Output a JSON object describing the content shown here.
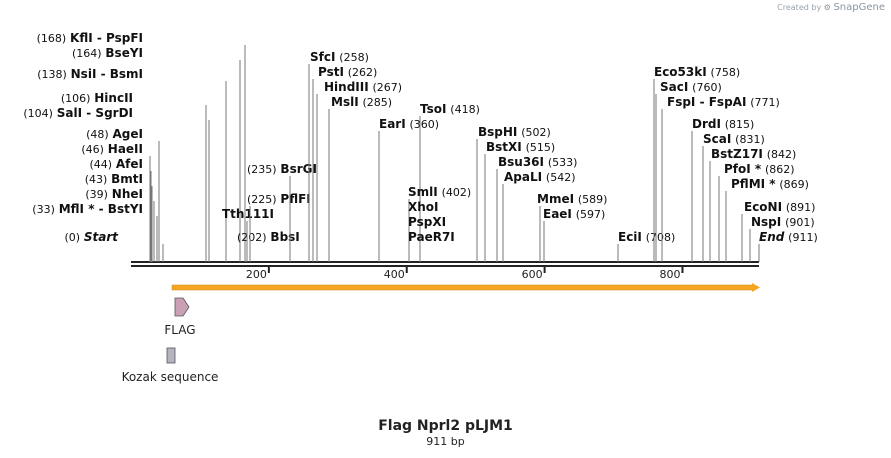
{
  "credit": {
    "prefix": "Created by",
    "brand": "SnapGene",
    "icon": "snapgene-logo-icon"
  },
  "title": "Flag Nprl2 pLJM1",
  "length_label": "911 bp",
  "scale_ticks": [
    {
      "pos": 200,
      "label": "200"
    },
    {
      "pos": 400,
      "label": "400"
    },
    {
      "pos": 600,
      "label": "600"
    },
    {
      "pos": 800,
      "label": "800"
    }
  ],
  "left_sites": [
    {
      "name": "Start",
      "pos": 0,
      "pos_label": "(0)",
      "italic": true
    },
    {
      "name": "MflI * - BstYI",
      "pos": 33,
      "pos_label": "(33)"
    },
    {
      "name": "NheI",
      "pos": 39,
      "pos_label": "(39)"
    },
    {
      "name": "BmtI",
      "pos": 43,
      "pos_label": "(43)"
    },
    {
      "name": "AfeI",
      "pos": 44,
      "pos_label": "(44)"
    },
    {
      "name": "HaeII",
      "pos": 46,
      "pos_label": "(46)"
    },
    {
      "name": "AgeI",
      "pos": 48,
      "pos_label": "(48)"
    },
    {
      "name": "SalI  - SgrDI",
      "pos": 104,
      "pos_label": "(104)"
    },
    {
      "name": "HincII",
      "pos": 106,
      "pos_label": "(106)"
    },
    {
      "name": "NsiI  - BsmI",
      "pos": 138,
      "pos_label": "(138)"
    },
    {
      "name": "BseYI",
      "pos": 164,
      "pos_label": "(164)"
    },
    {
      "name": "KflI  - PspFI",
      "pos": 168,
      "pos_label": "(168)"
    }
  ],
  "mid_sites": [
    {
      "name": "BbsI",
      "pos": 202,
      "pos_label": "(202)"
    },
    {
      "name": "Tth111I",
      "pos": 225,
      "pos_label": ""
    },
    {
      "name": "PflFI",
      "pos": 225,
      "pos_label": "(225)"
    },
    {
      "name": "BsrGI",
      "pos": 235,
      "pos_label": "(235)"
    },
    {
      "name": "SfcI",
      "pos": 258,
      "pos_label": "(258)"
    },
    {
      "name": "PstI",
      "pos": 262,
      "pos_label": "(262)"
    },
    {
      "name": "HindIII",
      "pos": 267,
      "pos_label": "(267)"
    },
    {
      "name": "MslI",
      "pos": 285,
      "pos_label": "(285)"
    },
    {
      "name": "EarI",
      "pos": 360,
      "pos_label": "(360)"
    },
    {
      "name": "TsoI",
      "pos": 418,
      "pos_label": "(418)"
    },
    {
      "name": "SmlI",
      "pos": 402,
      "pos_label": "(402)"
    },
    {
      "name": "XhoI",
      "pos": 402,
      "pos_label": ""
    },
    {
      "name": "PspXI",
      "pos": 402,
      "pos_label": ""
    },
    {
      "name": "PaeR7I",
      "pos": 402,
      "pos_label": ""
    },
    {
      "name": "BspHI",
      "pos": 502,
      "pos_label": "(502)"
    },
    {
      "name": "BstXI",
      "pos": 515,
      "pos_label": "(515)"
    },
    {
      "name": "Bsu36I",
      "pos": 533,
      "pos_label": "(533)"
    },
    {
      "name": "ApaLI",
      "pos": 542,
      "pos_label": "(542)"
    },
    {
      "name": "MmeI",
      "pos": 589,
      "pos_label": "(589)"
    },
    {
      "name": "EaeI",
      "pos": 597,
      "pos_label": "(597)"
    }
  ],
  "right_sites": [
    {
      "name": "EciI",
      "pos": 708,
      "pos_label": "(708)"
    },
    {
      "name": "Eco53kI",
      "pos": 758,
      "pos_label": "(758)"
    },
    {
      "name": "SacI",
      "pos": 760,
      "pos_label": "(760)"
    },
    {
      "name": "FspI  - FspAI",
      "pos": 771,
      "pos_label": "(771)"
    },
    {
      "name": "DrdI",
      "pos": 815,
      "pos_label": "(815)"
    },
    {
      "name": "ScaI",
      "pos": 831,
      "pos_label": "(831)"
    },
    {
      "name": "BstZ17I",
      "pos": 842,
      "pos_label": "(842)"
    },
    {
      "name": "PfoI *",
      "pos": 862,
      "pos_label": "(862)"
    },
    {
      "name": "PflMI *",
      "pos": 869,
      "pos_label": "(869)"
    },
    {
      "name": "EcoNI",
      "pos": 891,
      "pos_label": "(891)"
    },
    {
      "name": "NspI",
      "pos": 901,
      "pos_label": "(901)"
    },
    {
      "name": "End",
      "pos": 911,
      "pos_label": "(911)",
      "italic": true
    }
  ],
  "features": [
    {
      "name": "FLAG",
      "type": "arrow",
      "color": "#c9a0b4"
    },
    {
      "name": "Kozak sequence",
      "type": "box",
      "color": "#b4b4c0"
    }
  ],
  "orf_color": "#f6a523"
}
